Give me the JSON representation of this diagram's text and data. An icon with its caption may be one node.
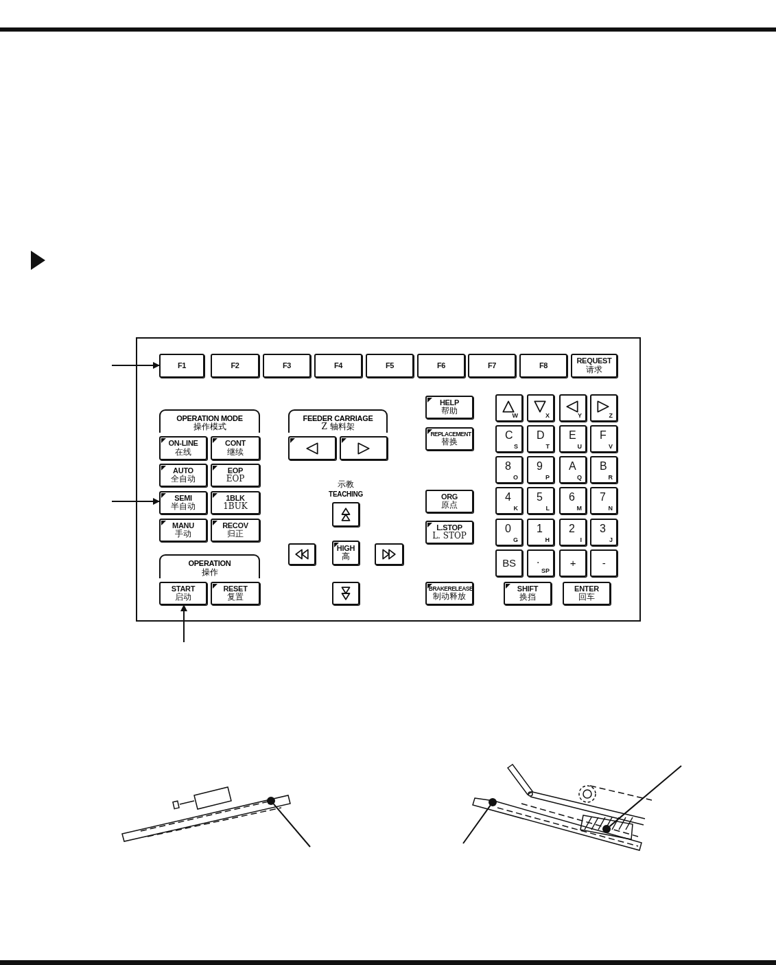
{
  "diagram": {
    "nodes": [
      {
        "text": [],
        "shape": "box"
      },
      {
        "text": [
          "F1"
        ],
        "in": 0
      },
      {
        "text": [
          "F2"
        ],
        "in": 0
      },
      {
        "text": [
          "F3"
        ],
        "in": 0
      },
      {
        "text": [
          "F4"
        ],
        "in": 0
      },
      {
        "text": [
          "F5"
        ],
        "in": 0
      },
      {
        "text": [
          "F6"
        ],
        "in": 0
      },
      {
        "text": [
          "F7"
        ],
        "in": 0
      },
      {
        "text": [
          "F8"
        ],
        "in": 0
      },
      {
        "text": [
          "REQUEST",
          "请求"
        ],
        "in": 0
      },
      {
        "text": [
          "OPERATION MODE",
          "操作模式"
        ],
        "in": 0
      },
      {
        "text": [
          "ON-LINE",
          "在线"
        ],
        "in": 0
      },
      {
        "text": [
          "CONT",
          "继续"
        ],
        "in": 0
      },
      {
        "text": [
          "AUTO",
          "全自动"
        ],
        "in": 0
      },
      {
        "text": [
          "EOP",
          "EOP"
        ],
        "in": 0
      },
      {
        "text": [
          "SEMI",
          "半自动"
        ],
        "in": 0
      },
      {
        "text": [
          "1BLK",
          "1BUK"
        ],
        "in": 0
      },
      {
        "text": [
          "MANU",
          "手动"
        ],
        "in": 0
      },
      {
        "text": [
          "RECOV",
          "归正"
        ],
        "in": 0
      },
      {
        "text": [
          "OPERATION",
          "操作"
        ],
        "in": 0
      },
      {
        "text": [
          "START",
          "启动"
        ],
        "in": 0
      },
      {
        "text": [
          "RESET",
          "复置"
        ],
        "in": 0
      },
      {
        "text": [
          "FEEDER CARRIAGE",
          "Z 轴料架"
        ],
        "in": 0
      },
      {
        "text": [],
        "shape": "box",
        "in": 0
      },
      {
        "text": [],
        "shape": "box",
        "in": 0
      },
      {
        "text": [],
        "shape": "box",
        "in": 0,
        "beside": [
          "示教",
          "TEACHING"
        ]
      },
      {
        "text": [],
        "shape": "box",
        "in": 0
      },
      {
        "text": [
          "HIGH",
          "高"
        ],
        "in": 0
      },
      {
        "text": [],
        "shape": "box",
        "in": 0
      },
      {
        "text": [],
        "shape": "box",
        "in": 0
      },
      {
        "text": [
          "HELP",
          "帮助"
        ],
        "in": 0
      },
      {
        "text": [
          "REPLACEMENT",
          "替换"
        ],
        "in": 0
      },
      {
        "text": [
          "ORG",
          "原点"
        ],
        "in": 0
      },
      {
        "text": [
          "L.STOP",
          "L. STOP"
        ],
        "in": 0
      },
      {
        "text": [
          "BRAKERELEASE",
          "制动释放"
        ],
        "in": 0
      },
      {
        "text": [
          "W"
        ],
        "in": 0
      },
      {
        "text": [
          "X"
        ],
        "in": 0
      },
      {
        "text": [
          "Y"
        ],
        "in": 0
      },
      {
        "text": [
          "Z"
        ],
        "in": 0
      },
      {
        "text": [
          "C",
          "S"
        ],
        "in": 0
      },
      {
        "text": [
          "D",
          "T"
        ],
        "in": 0
      },
      {
        "text": [
          "E",
          "U"
        ],
        "in": 0
      },
      {
        "text": [
          "F",
          "V"
        ],
        "in": 0
      },
      {
        "text": [
          "8",
          "O"
        ],
        "in": 0
      },
      {
        "text": [
          "9",
          "P"
        ],
        "in": 0
      },
      {
        "text": [
          "A",
          "Q"
        ],
        "in": 0
      },
      {
        "text": [
          "B",
          "R"
        ],
        "in": 0
      },
      {
        "text": [
          "4",
          "K"
        ],
        "in": 0
      },
      {
        "text": [
          "5",
          "L"
        ],
        "in": 0
      },
      {
        "text": [
          "6",
          "M"
        ],
        "in": 0
      },
      {
        "text": [
          "7",
          "N"
        ],
        "in": 0
      },
      {
        "text": [
          "0",
          "G"
        ],
        "in": 0
      },
      {
        "text": [
          "1",
          "H"
        ],
        "in": 0
      },
      {
        "text": [
          "2",
          "I"
        ],
        "in": 0
      },
      {
        "text": [
          "3",
          "J"
        ],
        "in": 0
      },
      {
        "text": [
          "BS"
        ],
        "in": 0
      },
      {
        "text": [
          ".",
          "SP"
        ],
        "in": 0
      },
      {
        "text": [
          "+"
        ],
        "in": 0
      },
      {
        "text": [
          "-"
        ],
        "in": 0
      },
      {
        "text": [
          "SHIFT",
          "换挡"
        ],
        "in": 0
      },
      {
        "text": [
          "ENTER",
          "回车"
        ],
        "in": 0
      },
      {
        "text": [],
        "shape": "circle"
      },
      {
        "text": [],
        "shape": "circle"
      },
      {
        "text": [],
        "shape": "circle"
      }
    ],
    "edges": [
      {
        "from": null,
        "to": 1,
        "arrow": "to"
      },
      {
        "from": null,
        "to": 15,
        "arrow": "to"
      },
      {
        "from": null,
        "to": 20,
        "arrow": "to"
      },
      {
        "from": null,
        "to": 61,
        "arrow": "none"
      },
      {
        "from": null,
        "to": 62,
        "arrow": "none"
      },
      {
        "from": null,
        "to": 63,
        "arrow": "none"
      }
    ]
  }
}
